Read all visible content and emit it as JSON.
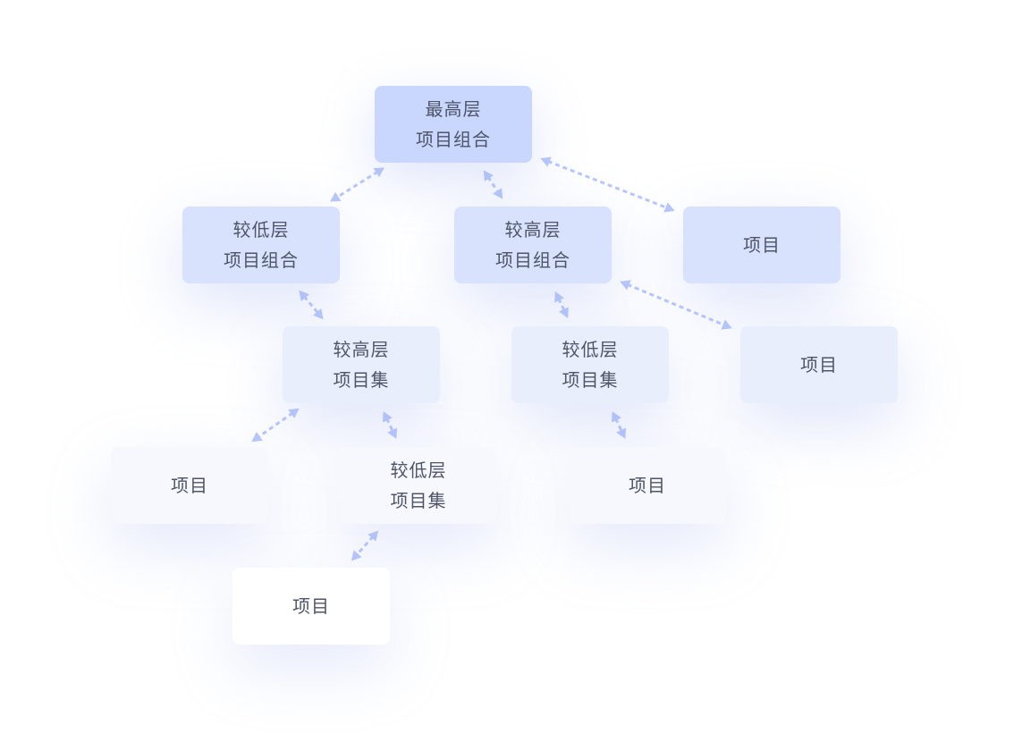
{
  "colors": {
    "level0": "#c9d6fd",
    "level1": "#d9e2fd",
    "level2": "#e9eefc",
    "level3": "#f6f8fe",
    "level4": "#ffffff",
    "text": "#4f5568",
    "connector": "#b8c8fb"
  },
  "nodes": {
    "top": {
      "line1": "最高层",
      "line2": "项目组合"
    },
    "low_portfolio": {
      "line1": "较低层",
      "line2": "项目组合"
    },
    "high_portfolio": {
      "line1": "较高层",
      "line2": "项目组合"
    },
    "project_a": {
      "line1": "项目"
    },
    "high_program": {
      "line1": "较高层",
      "line2": "项目集"
    },
    "low_program_b": {
      "line1": "较低层",
      "line2": "项目集"
    },
    "project_b": {
      "line1": "项目"
    },
    "project_c": {
      "line1": "项目"
    },
    "low_program": {
      "line1": "较低层",
      "line2": "项目集"
    },
    "project_d": {
      "line1": "项目"
    },
    "project_e": {
      "line1": "项目"
    }
  },
  "connections": [
    {
      "from": "top",
      "to": "low_portfolio"
    },
    {
      "from": "top",
      "to": "high_portfolio"
    },
    {
      "from": "top",
      "to": "project_a"
    },
    {
      "from": "low_portfolio",
      "to": "high_program"
    },
    {
      "from": "high_portfolio",
      "to": "low_program_b"
    },
    {
      "from": "high_portfolio",
      "to": "project_b"
    },
    {
      "from": "high_program",
      "to": "project_c"
    },
    {
      "from": "high_program",
      "to": "low_program"
    },
    {
      "from": "low_program_b",
      "to": "project_d"
    },
    {
      "from": "low_program",
      "to": "project_e"
    }
  ]
}
